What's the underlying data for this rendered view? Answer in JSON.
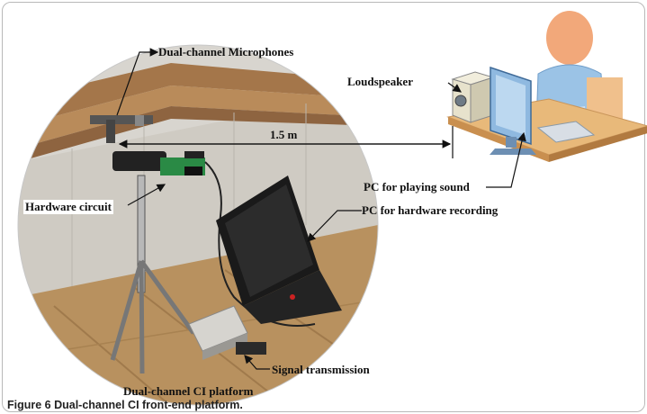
{
  "labels": {
    "microphones": "Dual-channel Microphones",
    "loudspeaker": "Loudspeaker",
    "distance": "1.5 m",
    "hardware_circuit": "Hardware circuit",
    "pc_playing": "PC for playing sound",
    "pc_recording": "PC for hardware recording",
    "signal_transmission": "Signal transmission",
    "platform": "Dual-channel CI platform"
  },
  "caption": "Figure 6 Dual-channel CI front-end platform.",
  "colors": {
    "wall": "#c9c5bc",
    "floor": "#b08a5c",
    "desk": "#e8b97a",
    "person_skin": "#f2a87a",
    "person_shirt": "#9bc3e6",
    "monitor": "#8fb9e0"
  },
  "icons": [
    "arrow-icon",
    "monitor-icon",
    "speaker-icon",
    "person-icon",
    "tripod-icon",
    "laptop-icon"
  ]
}
